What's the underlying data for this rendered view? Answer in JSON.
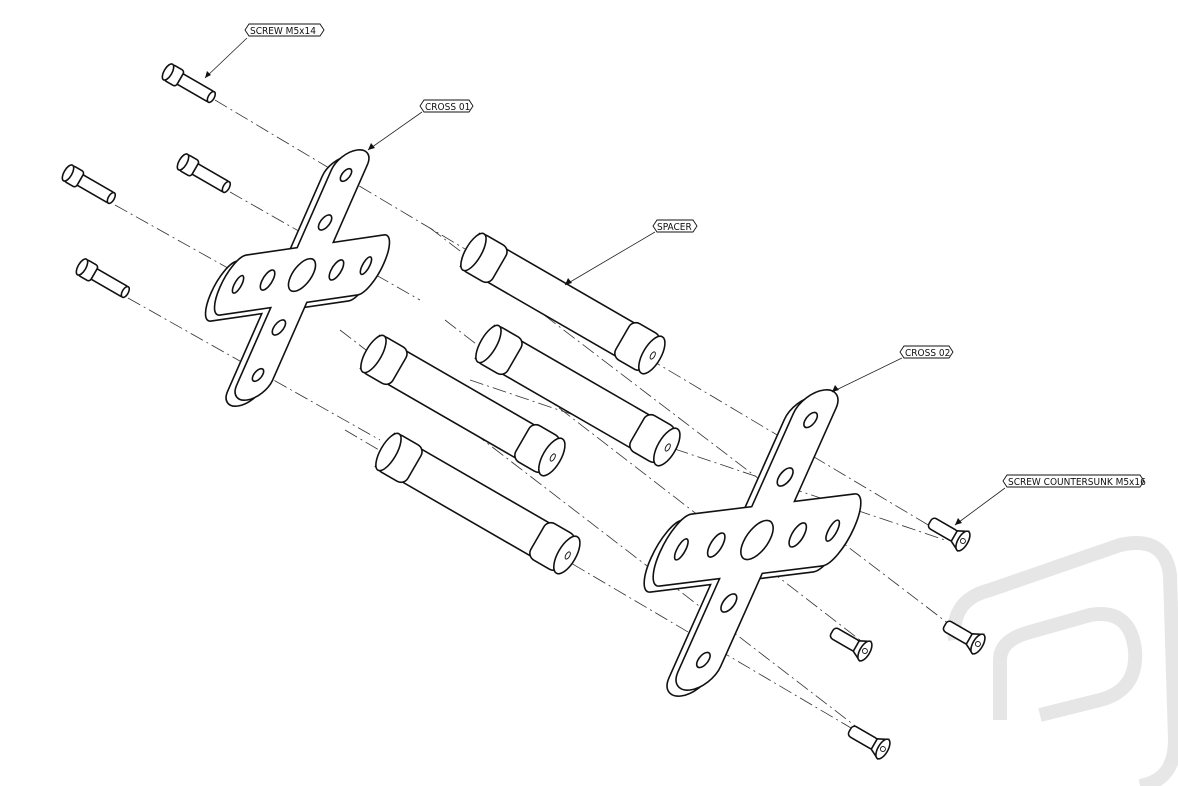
{
  "title": "Exploded assembly drawing",
  "colors": {
    "line": "#111111",
    "watermark": "#d8d8d8",
    "background": "#ffffff"
  },
  "labels": {
    "screw": "SCREW M5x14",
    "cross1": "CROSS 01",
    "spacer": "SPACER",
    "cross2": "CROSS 02",
    "countersunk": "SCREW COUNTERSUNK M5x16"
  }
}
